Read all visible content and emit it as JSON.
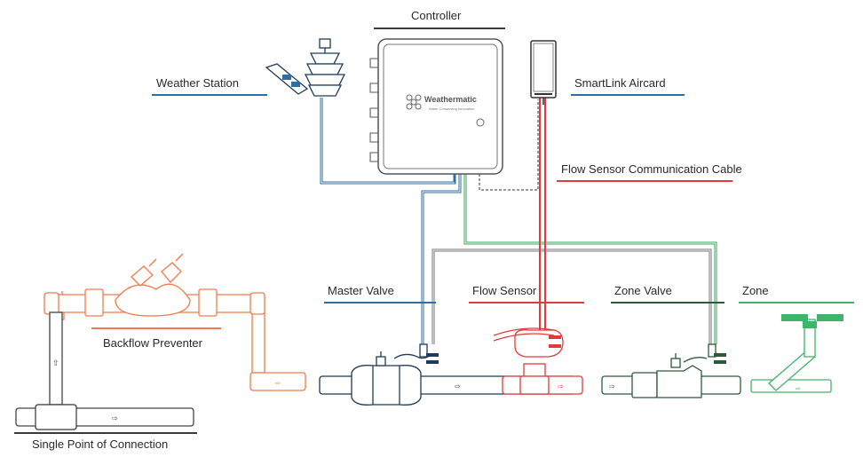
{
  "labels": {
    "controller": "Controller",
    "weather_station": "Weather Station",
    "smartlink_aircard": "SmartLink Aircard",
    "flow_sensor_cable": "Flow Sensor Communication Cable",
    "master_valve": "Master Valve",
    "flow_sensor": "Flow Sensor",
    "zone_valve": "Zone Valve",
    "zone": "Zone",
    "backflow_preventer": "Backflow Preventer",
    "single_point": "Single Point of Connection"
  },
  "controller_logo": {
    "brand": "Weathermatic",
    "tagline": "Water Conserving Innovation"
  },
  "colors": {
    "blue_wire": "#2f6ea3",
    "red_wire": "#e23b3b",
    "green_wire": "#3aa65a",
    "grey_wire": "#777777",
    "orange_pipe": "#f07a4a",
    "dark_green": "#2a5a3a",
    "light_green": "#3fb56a",
    "label_text": "#2a2a2a"
  }
}
